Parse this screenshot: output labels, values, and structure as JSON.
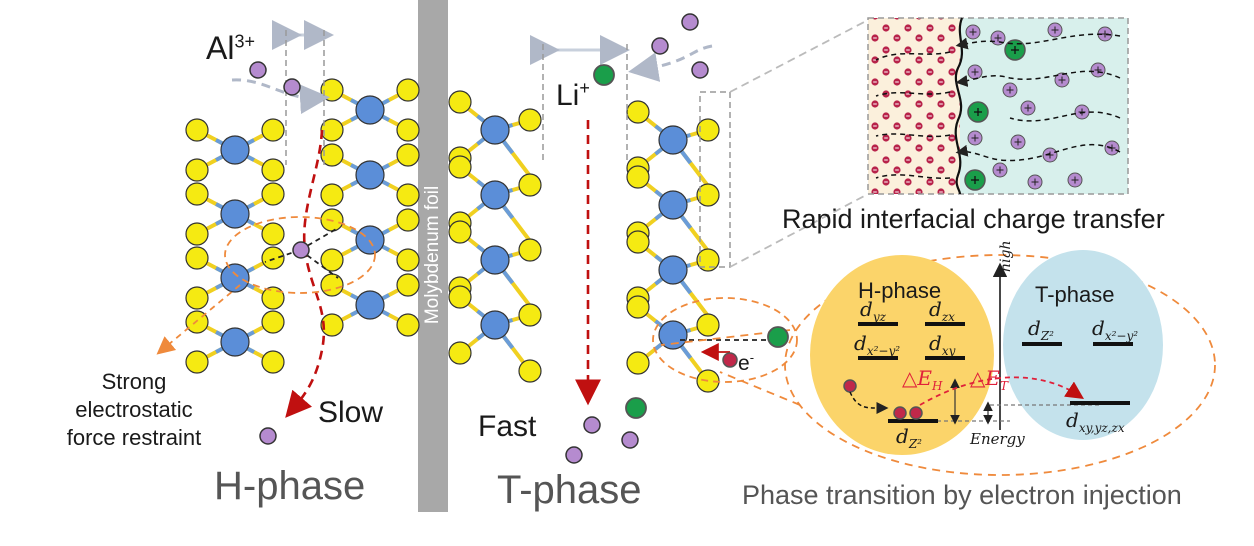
{
  "labels": {
    "al_ion": "Al",
    "al_charge": "3+",
    "li_ion": "Li",
    "li_charge": "+",
    "foil": "Molybdenum foil",
    "slow": "Slow",
    "fast": "Fast",
    "restraint_line1": "Strong",
    "restraint_line2": "electrostatic",
    "restraint_line3": "force restraint",
    "h_phase": "H-phase",
    "t_phase": "T-phase",
    "interfacial": "Rapid interfacial charge transfer",
    "transition": "Phase transition by electron injection",
    "electron": "e",
    "electron_charge": "-"
  },
  "energy_diagram": {
    "h_phase_title": "H-phase",
    "t_phase_title": "T-phase",
    "axis_high": "high",
    "axis_energy": "Energy",
    "h_orbitals": [
      "d",
      "d",
      "d",
      "d",
      "d"
    ],
    "h_orbital_subs": [
      "yz",
      "zx",
      "x²−y²",
      "xy",
      "Z²"
    ],
    "t_orbitals": [
      "d",
      "d",
      "d"
    ],
    "t_orbital_subs": [
      "Z²",
      "x²−y²",
      "xy,yz,zx"
    ],
    "delta_h": "△E",
    "delta_h_sub": "H",
    "delta_t": "△E",
    "delta_t_sub": "T"
  },
  "colors": {
    "sulfur": "#f5ea12",
    "molybdenum": "#5b8ed8",
    "al_ion": "#b58bcf",
    "li_ion": "#1a9e4a",
    "electron": "#c0284a",
    "foil": "#a8a8a8",
    "h_phase_bg": "#fbd46a",
    "t_phase_bg": "#bfe0ea",
    "orange_dash": "#ef8a3c",
    "red_arrow": "#c01010"
  }
}
